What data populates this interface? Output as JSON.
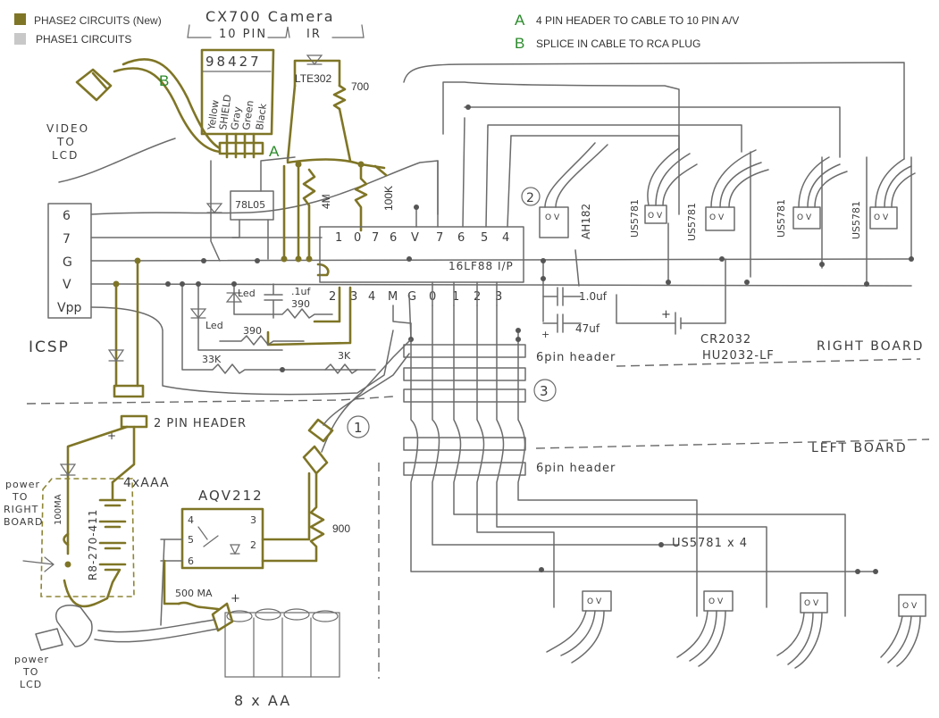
{
  "colors": {
    "phase2": "#7f7526",
    "phase1": "#c8c8c8",
    "legend_letters": "#2a8a2a",
    "ink": "#6b6b6b"
  },
  "legend": {
    "phase2": "PHASE2 CIRCUITS (New)",
    "phase1": "PHASE1 CIRCUITS"
  },
  "notes": {
    "a_letter": "A",
    "a_text": "4 PIN HEADER TO CABLE TO 10 PIN A/V",
    "b_letter": "B",
    "b_text": "SPLICE IN CABLE TO RCA PLUG"
  },
  "camera": {
    "title": "CX700 Camera",
    "sub_pins": "10 PIN",
    "sub_ir": "IR",
    "pin_numbers": "98427",
    "wires": [
      "Yellow",
      "SHIELD",
      "Gray",
      "Green",
      "Black"
    ],
    "connector_letter": "A",
    "cable_letter": "B"
  },
  "video": {
    "line1": "VIDEO",
    "line2": "TO",
    "line3": "LCD"
  },
  "ir": {
    "led": "LTE302",
    "resistor": "700"
  },
  "icsp": {
    "label": "ICSP",
    "pins": [
      "6",
      "7",
      "G",
      "V",
      "Vpp"
    ]
  },
  "regulator": "78L05",
  "resistors": {
    "r4m": "4M",
    "r100k": "100K",
    "r390a": "390",
    "r390b": "390",
    "r33k": "33K",
    "r3k": "3K",
    "r900": "900"
  },
  "leds": {
    "led1": "Led",
    "led2": "Led"
  },
  "capacitors": {
    "c1": ".1uf",
    "c2": "1.0uf",
    "c3": "47uf"
  },
  "pic": {
    "name": "16LF88 I/P",
    "top_pins": [
      "1",
      "0",
      "7",
      "6",
      "V",
      "7",
      "6",
      "5",
      "4"
    ],
    "bottom_pins": [
      "2",
      "3",
      "4",
      "M",
      "G",
      "0",
      "1",
      "2",
      "3"
    ]
  },
  "hall_sensors": {
    "num2": "2",
    "ah182": "AH182",
    "us5781": "US5781",
    "pad": "O V",
    "bottom_group": "US5781 x 4"
  },
  "battery": {
    "coin": "CR2032",
    "holder": "HU2032-LF",
    "plus": "+"
  },
  "boards": {
    "right": "RIGHT BOARD",
    "left": "LEFT BOARD"
  },
  "headers": {
    "six_pin_top": "6pin header",
    "six_pin_bottom": "6pin header",
    "two_pin": "2 PIN HEADER",
    "num1": "1",
    "num3": "3"
  },
  "power": {
    "aaa": "4xAAA",
    "holder": "R8-270-411",
    "to_right_l1": "power",
    "to_right_l2": "TO",
    "to_right_l3": "RIGHT",
    "to_right_l4": "BOARD",
    "fuse_100": "100MA",
    "fuse_500": "500 MA",
    "aa": "8 x AA",
    "to_lcd_l1": "power",
    "to_lcd_l2": "TO",
    "to_lcd_l3": "LCD",
    "plus": "+"
  },
  "relay": {
    "name": "AQV212",
    "pins": [
      "4",
      "5",
      "6",
      "3",
      "2"
    ]
  }
}
